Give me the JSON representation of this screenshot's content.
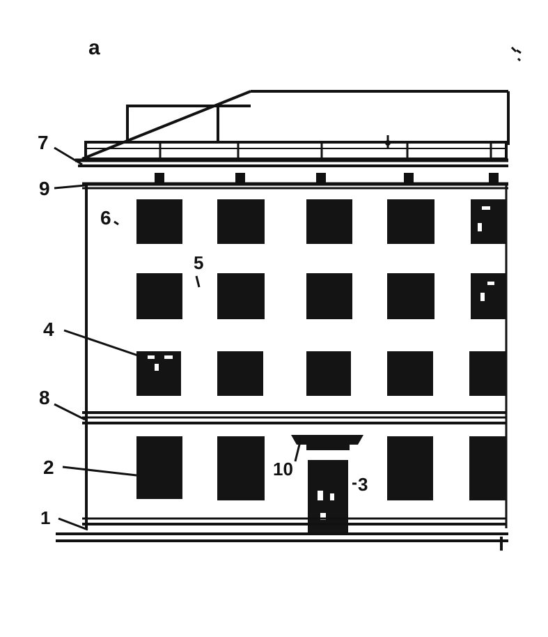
{
  "figure": {
    "panel_label": "a",
    "callouts": [
      "1",
      "2",
      "3",
      "4",
      "5",
      "6",
      "7",
      "8",
      "9",
      "10"
    ]
  },
  "colors": {
    "ink": "#111111",
    "window": "#141414",
    "paper": "#ffffff"
  }
}
